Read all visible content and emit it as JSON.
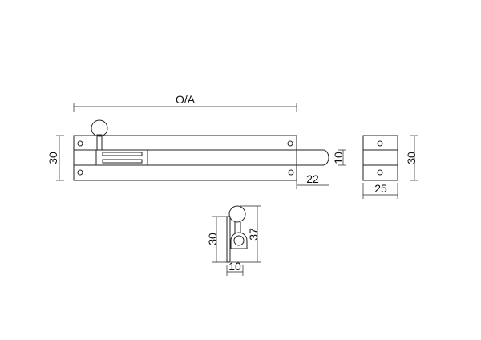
{
  "front_view": {
    "overall_length_label": "O/A",
    "height_label": "30",
    "bolt_thickness_label": "10",
    "bolt_projection_label": "22"
  },
  "end_view": {
    "height_label": "30",
    "width_label": "25"
  },
  "side_view": {
    "plate_height_label": "30",
    "overall_height_label": "37",
    "depth_label": "10"
  }
}
